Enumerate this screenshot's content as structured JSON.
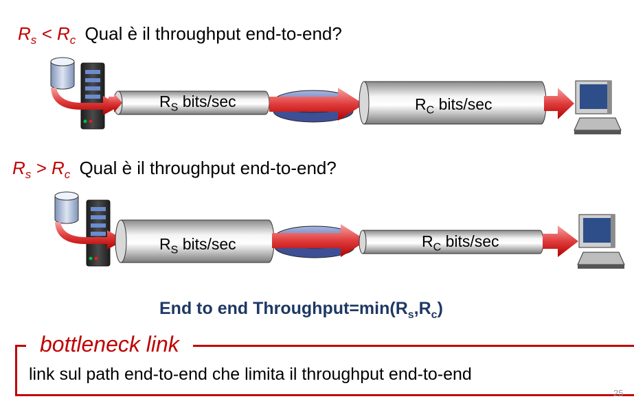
{
  "scenario1": {
    "condition": {
      "r1": "R",
      "r1_sub": "s",
      "op": "<",
      "r2": "R",
      "r2_sub": "c"
    },
    "question": "Qual è il throughput end-to-end?",
    "link_s": {
      "r": "R",
      "sub": "S",
      "unit": "bits/sec"
    },
    "link_c": {
      "r": "R",
      "sub": "C",
      "unit": "bits/sec"
    }
  },
  "scenario2": {
    "condition": {
      "r1": "R",
      "r1_sub": "s",
      "op": ">",
      "r2": "R",
      "r2_sub": "c"
    },
    "question": "Qual è il throughput end-to-end?",
    "link_s": {
      "r": "R",
      "sub": "S",
      "unit": "bits/sec"
    },
    "link_c": {
      "r": "R",
      "sub": "C",
      "unit": "bits/sec"
    }
  },
  "formula": {
    "prefix": "End to end Throughput=min(R",
    "sub1": "s",
    "mid": ",R",
    "sub2": "c",
    "suffix": ")"
  },
  "bottleneck": {
    "title": "bottleneck link",
    "text": "link sul path end-to-end che limita il throughput end-to-end"
  },
  "page_number": "25",
  "colors": {
    "accent": "#c00000",
    "formula": "#1f3864",
    "router": "#5b6fb5"
  }
}
